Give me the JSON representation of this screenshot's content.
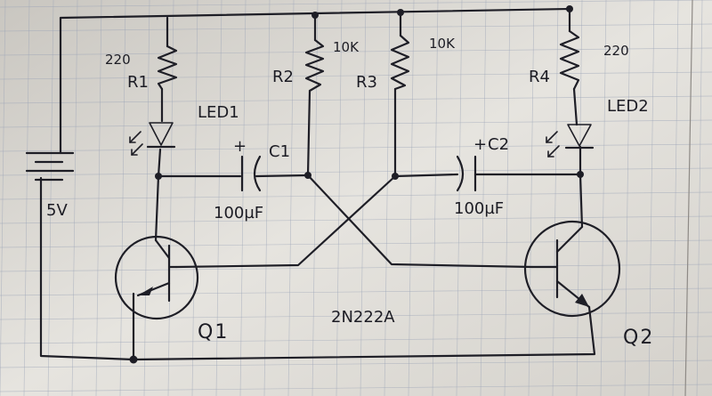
{
  "supply": {
    "label": "5V"
  },
  "resistors": {
    "r1": {
      "name": "R1",
      "value": "220"
    },
    "r2": {
      "name": "R2",
      "value": "10K"
    },
    "r3": {
      "name": "R3",
      "value": "10K"
    },
    "r4": {
      "name": "R4",
      "value": "220"
    }
  },
  "leds": {
    "led1": {
      "name": "LED1"
    },
    "led2": {
      "name": "LED2"
    }
  },
  "capacitors": {
    "c1": {
      "name": "C1",
      "value": "100µF",
      "polarity": "+"
    },
    "c2": {
      "name": "C2",
      "value": "100µF",
      "polarity": "+"
    }
  },
  "transistors": {
    "q1": {
      "name": "Q1"
    },
    "q2": {
      "name": "Q2"
    },
    "part": "2N222A"
  }
}
